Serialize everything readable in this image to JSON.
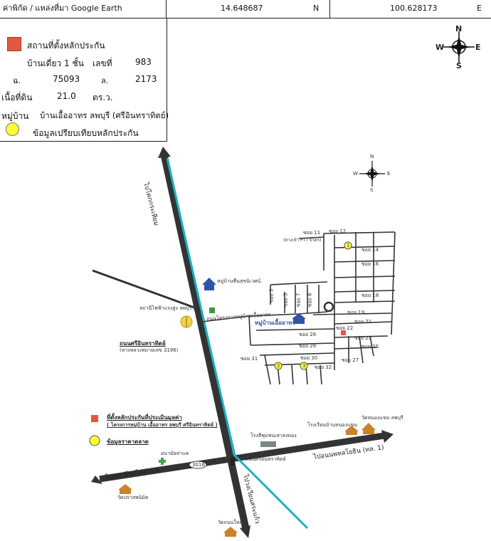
{
  "header": {
    "coord_label": "ค่าพิกัด / แหล่งที่มา Google Earth",
    "lat_value": "14.648687",
    "lat_dir": "N",
    "lon_value": "100.628173",
    "lon_dir": "E"
  },
  "legend": {
    "site_label": "สถานที่ตั้งหลักประกัน",
    "building_type": "บ้านเดี่ยว 1 ชั้น",
    "number_label": "เลขที่",
    "number_value": "983",
    "chanote_label": "ฉ.",
    "chanote_value": "75093",
    "land_no_label": "ล.",
    "land_no_value": "2173",
    "area_label": "เนื้อที่ดิน",
    "area_value": "21.0",
    "area_unit": "ตร.ว.",
    "village_label": "หมู่บ้าน",
    "village_value": "บ้านเอื้ออาทร ลพบุรี (ศรีอินทราทิตย์)",
    "compare_label": "ข้อมูลเปรียบเทียบหลักประกัน"
  },
  "compass_large": {
    "n": "N",
    "s": "S",
    "e": "E",
    "w": "W"
  },
  "compass_small": {
    "n": "N",
    "s": "S",
    "e": "E",
    "w": "W"
  },
  "map_labels": {
    "road_north": "ไปโคกกระเทียม",
    "road_south": "ไปวงเวียนสระแก้ว",
    "road_east": "ไปอนนพหลโยธิน (ทล. 1)",
    "road_west": "ไปสถานีรถไฟท่าแค",
    "village_north": "หมู่บ้านชื่นสุขนิเวศน์",
    "power_station": "สถานีไฟฟ้าแรงสูง ลพบุรี 2",
    "project_road": "ถนนโครงการหมู่บ้านเอื้ออาทร",
    "village_main": "หมู่บ้านเอื้ออาทร",
    "sri_road": "ถนนศรีอินทราทิตย์",
    "sri_road_sub": "(ทางหลวงหมายเลข 3196)",
    "legend2_site": "ที่ตั้งหลักประกันที่ประเมินมูลค่า",
    "legend2_project": "( โครงการหมู่บ้าน เอื้ออาทร ลพบุรี ศรีอินทราทิตย์ )",
    "legend2_compare": "ข้อมูลราคาตลาด",
    "factory": "โรงสีชุมชนเสาธงทอง",
    "road_sub2": "ถนนศรีอินทราทิตย์",
    "school": "โรงเรียนบ้านหนองแขม",
    "temple_east": "วัดหนองแขม ลพบุรี",
    "health": "อนามัยท่าแค",
    "route": "3016",
    "temple_west": "วัดปราสพนิมิต",
    "temple_south": "วัดถนนใหญ่",
    "soi_11": "ซอย 11",
    "soi_11_sub": "(ทางเข้า PTT ปิโตร)",
    "soi_12": "ซอย 12",
    "soi_14": "ซอย 14",
    "soi_16": "ซอย 16",
    "soi_18": "ซอย 18",
    "soi_19": "ซอย 19",
    "soi_21": "ซอย 21",
    "soi_22": "ซอย 22",
    "soi_23": "ซอย 23",
    "soi_25": "ซอย 25",
    "soi_26": "ซอย 26",
    "soi_27": "ซอย 27",
    "soi_28": "ซอย 28",
    "soi_30": "ซอย 30",
    "soi_31": "ซอย 31",
    "soi_32": "ซอย 32",
    "soi_3": "ซอย 3",
    "soi_5": "ซอย 5",
    "soi_7": "ซอย 7",
    "soi_8": "ซอย 8",
    "marker_1": "1",
    "marker_2": "2",
    "marker_3": "3"
  },
  "colors": {
    "river": "#19b2c2",
    "road": "#333333",
    "site": "#e5573e",
    "compare": "#ffff33"
  }
}
